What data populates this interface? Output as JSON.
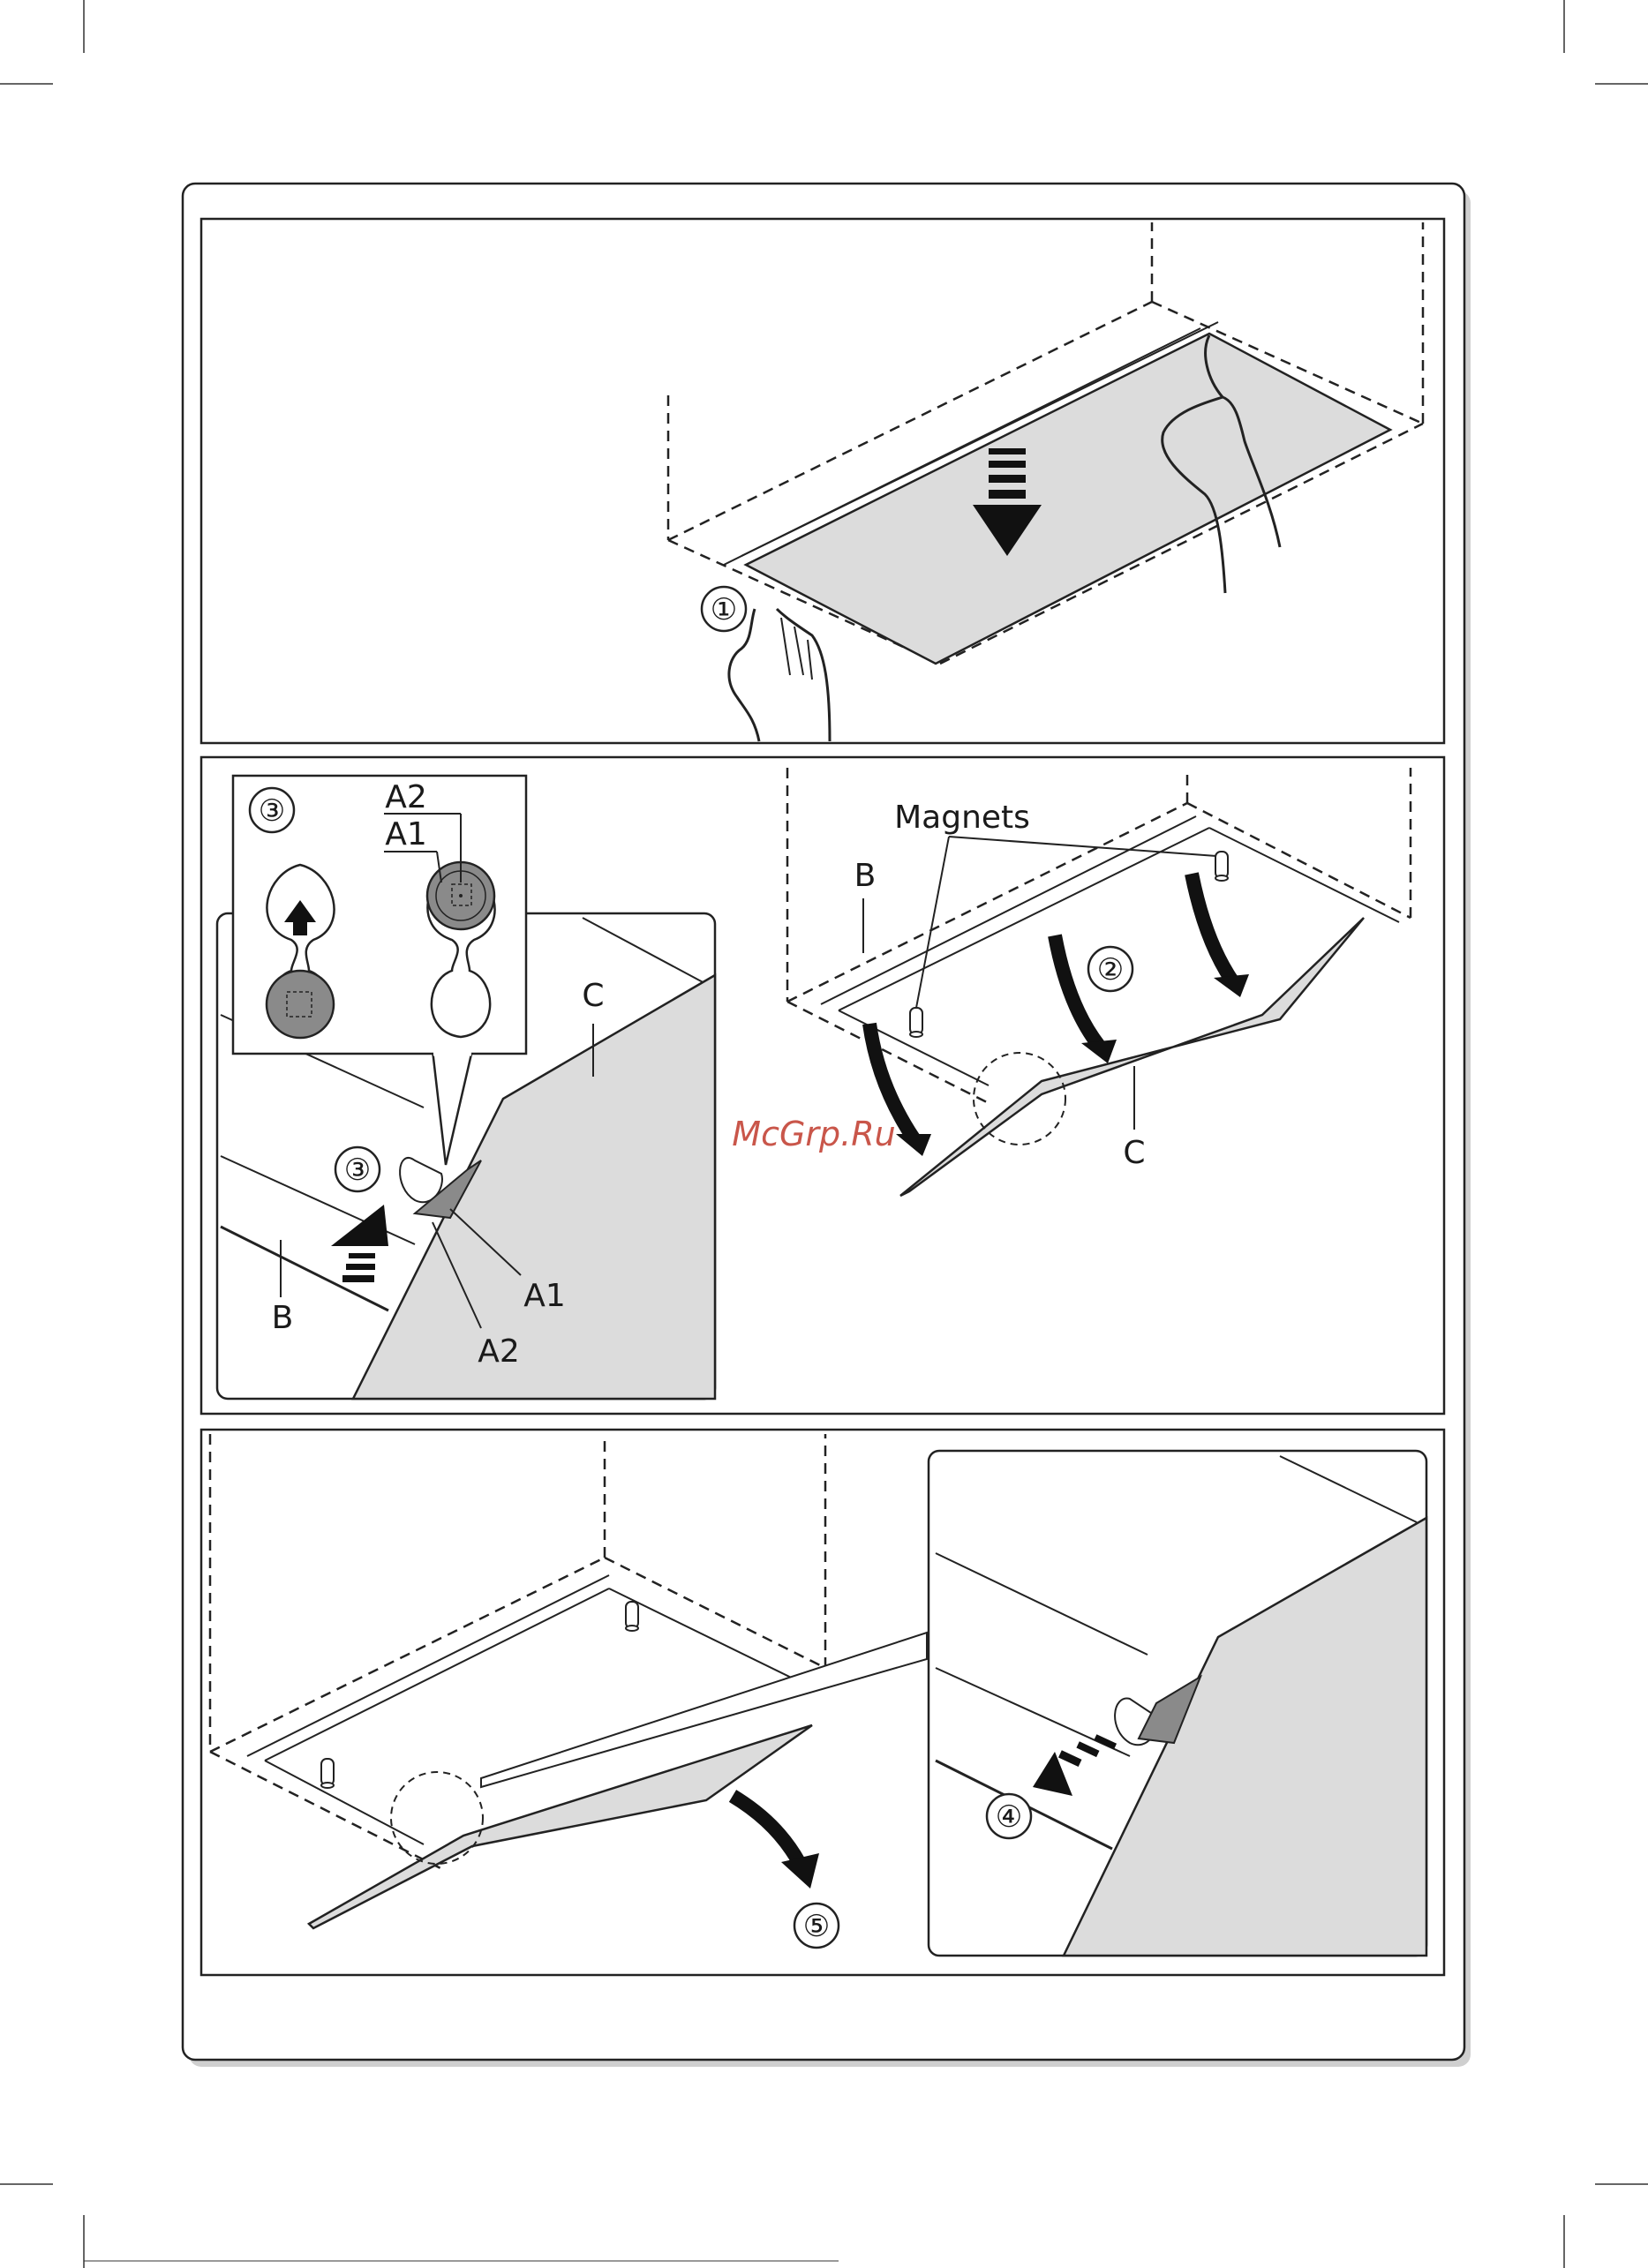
{
  "labels": {
    "magnets": "Magnets",
    "b": "B",
    "c": "C",
    "a1": "A1",
    "a2": "A2"
  },
  "steps": {
    "one": "①",
    "two": "②",
    "three": "③",
    "four": "④",
    "five": "⑤"
  },
  "watermark": "McGrp.Ru",
  "colors": {
    "panel": "#dcdcdc",
    "clip": "#8a8a8a",
    "ink": "#222222",
    "watermark": "#c0392b"
  }
}
